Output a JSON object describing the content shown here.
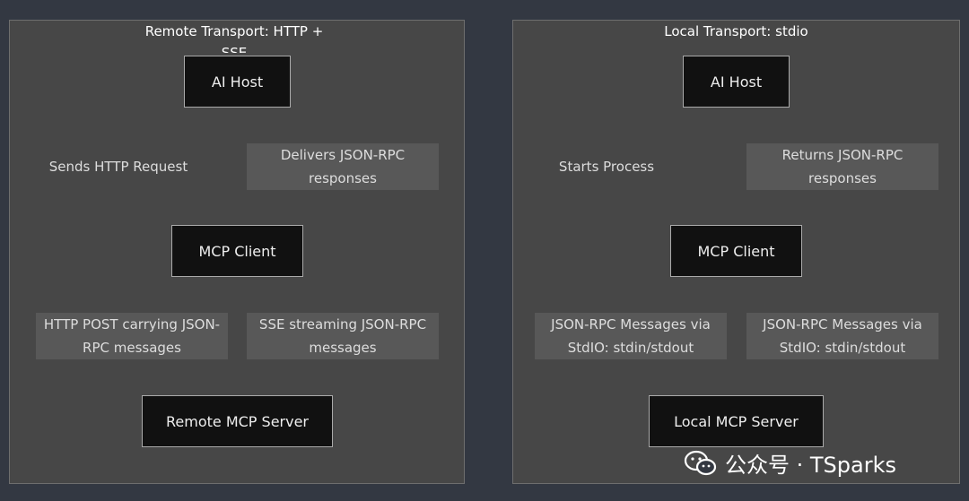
{
  "remote": {
    "title": "Remote Transport: HTTP + SSE",
    "nodes": {
      "host": "AI Host",
      "client": "MCP Client",
      "server": "Remote MCP Server"
    },
    "edges": {
      "host_to_client": "Sends HTTP Request",
      "client_to_host": "Delivers JSON-RPC responses",
      "client_to_server": "HTTP POST carrying JSON-RPC messages",
      "server_to_client": "SSE streaming JSON-RPC messages"
    }
  },
  "local": {
    "title": "Local Transport: stdio",
    "nodes": {
      "host": "AI Host",
      "client": "MCP Client",
      "server": "Local MCP Server"
    },
    "edges": {
      "host_to_client": "Starts Process",
      "client_to_host": "Returns JSON-RPC responses",
      "client_to_server": "JSON-RPC Messages via StdIO: stdin/stdout",
      "server_to_client": "JSON-RPC Messages via StdIO: stdin/stdout"
    }
  },
  "watermark": {
    "text": "公众号 · TSparks",
    "icon": "wechat-icon"
  },
  "colors": {
    "background": "#333842",
    "panel": "#474747",
    "node": "#111111",
    "edge": "#d0d0d0",
    "label_box": "#585858"
  }
}
